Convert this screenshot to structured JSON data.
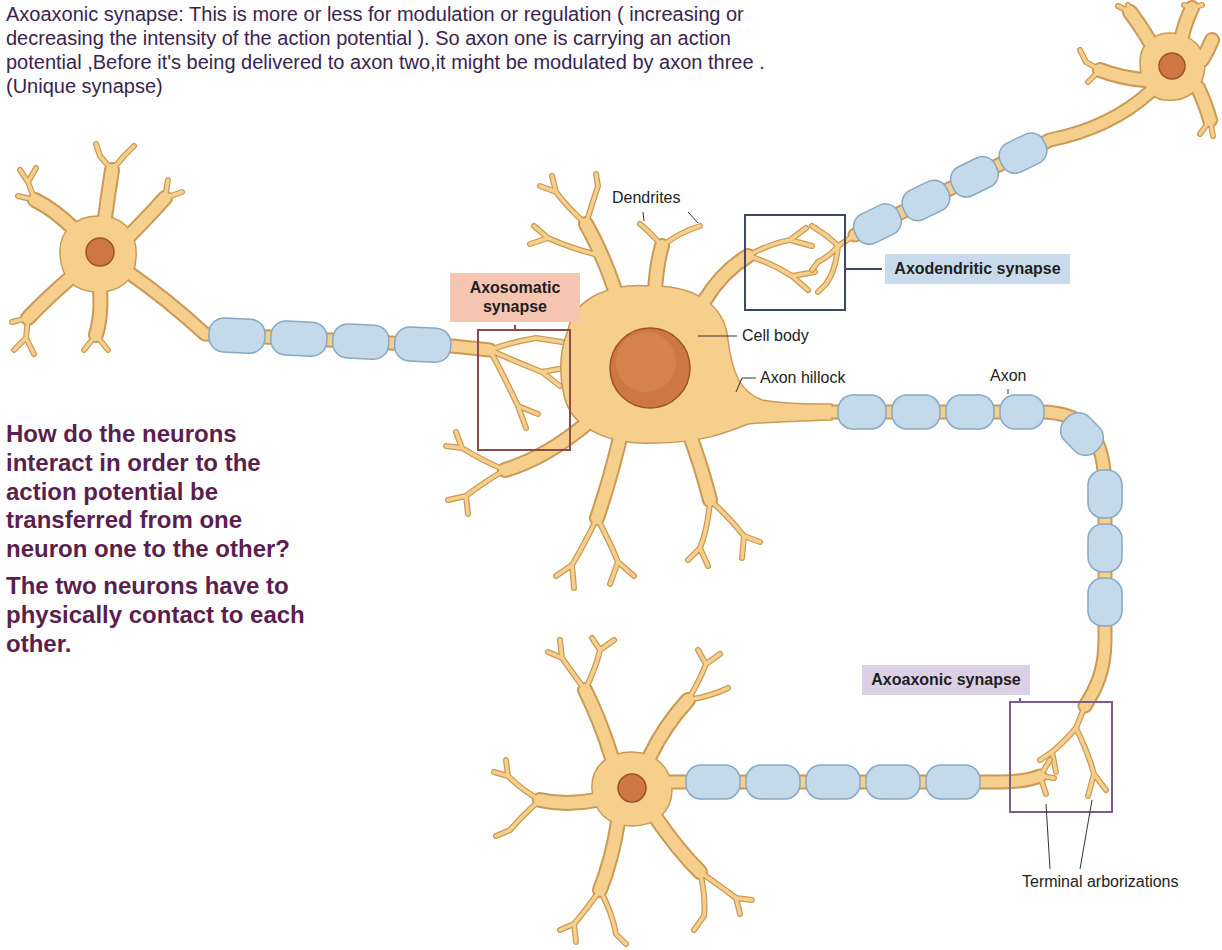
{
  "diagram": {
    "nodes": [
      {
        "text": [
          "Axosomatic synapse"
        ]
      },
      {
        "text": [
          "Axodendritic synapse"
        ]
      },
      {
        "text": [
          "Axoaxonic synapse"
        ]
      }
    ],
    "labels": [
      "Axoaxonic synapse: This is more or less for modulation or regulation ( increasing or decreasing the intensity of the action potential ). So axon one is carrying an action potential ,Before it's being delivered to axon two,it might be modulated by axon three . (Unique synapse)",
      "Dendrites",
      "Cell body",
      "Axon hillock",
      "Axon",
      "How do the neurons interact in order to the action potential be transferred from one neuron one to the other?",
      "The two neurons have to physically contact to each other.",
      "Terminal arborizations"
    ]
  }
}
